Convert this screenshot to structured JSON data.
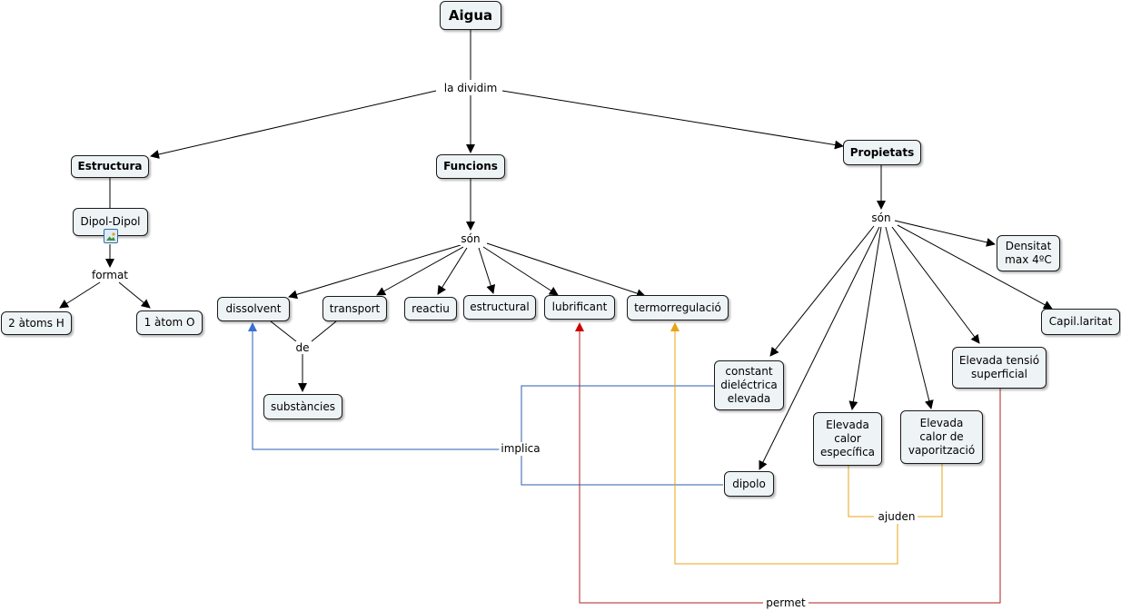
{
  "nodes": {
    "aigua": "Aigua",
    "estructura": "Estructura",
    "funcions": "Funcions",
    "propietats": "Propietats",
    "dipol_dipol": "Dipol-Dipol",
    "atoms_h": "2 àtoms H",
    "atom_o": "1 àtom O",
    "dissolvent": "dissolvent",
    "transport": "transport",
    "reactiu": "reactiu",
    "estructural": "estructural",
    "lubrificant": "lubrificant",
    "termorregulacio": "termorregulació",
    "substancies": "substàncies",
    "densitat": "Densitat max 4ºC",
    "capilaritat": "Capil.laritat",
    "constant": "constant dieléctrica elevada",
    "tensio": "Elevada tensió superficial",
    "calor_especifica": "Elevada calor específica",
    "calor_vaporitzacio": "Elevada calor de vaporització",
    "dipolo": "dipolo"
  },
  "links": {
    "la_dividim": "la dividim",
    "format": "format",
    "son_funcions": "són",
    "son_propietats": "són",
    "de": "de",
    "implica": "implica",
    "ajuden": "ajuden",
    "permet": "permet"
  },
  "icons": {
    "image_attachment": "image-icon"
  },
  "colors": {
    "blue_link": "#2a5db0",
    "orange_link": "#e8a317",
    "red_link": "#b22222",
    "node_fill": "#eef3f6"
  }
}
